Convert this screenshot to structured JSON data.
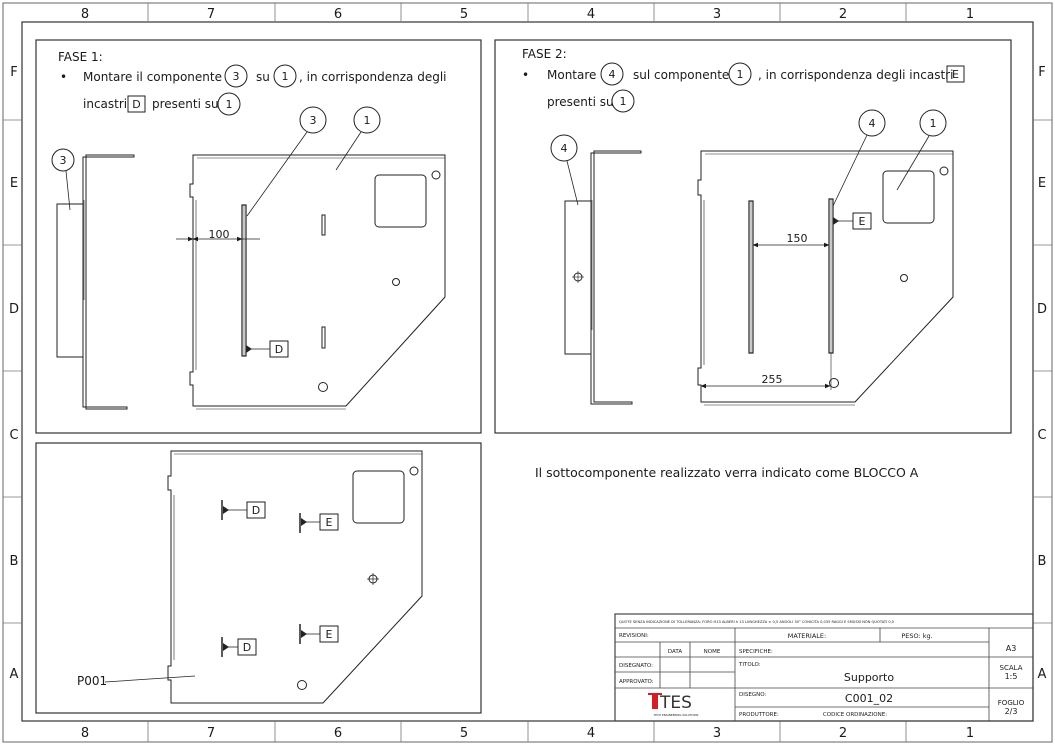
{
  "border": {
    "columns": [
      "8",
      "7",
      "6",
      "5",
      "4",
      "3",
      "2",
      "1"
    ],
    "rows": [
      "F",
      "E",
      "D",
      "C",
      "B",
      "A"
    ]
  },
  "phase1": {
    "heading": "FASE 1:",
    "bullet": "•",
    "line1_prefix": "Montare il componente",
    "line1_balloon_a": "3",
    "line1_mid": "su",
    "line1_balloon_b": "1",
    "line1_suffix": ", in corrispondenza degli",
    "line2_prefix": "incastri",
    "line2_box": "D",
    "line2_mid": "presenti su",
    "line2_balloon": "1",
    "balloon_part": "3",
    "balloon_plate_a": "3",
    "balloon_plate_b": "1",
    "dimension": "100",
    "notch_label": "D"
  },
  "phase2": {
    "heading": "FASE 2:",
    "bullet": "•",
    "line1_prefix": "Montare",
    "line1_balloon_a": "4",
    "line1_mid": "sul componente",
    "line1_balloon_b": "1",
    "line1_suffix": ", in corrispondenza degli incastri",
    "line1_box": "E",
    "line2_prefix": "presenti su",
    "line2_balloon": "1",
    "balloon_part": "4",
    "balloon_plate_a": "4",
    "balloon_plate_b": "1",
    "notch_label": "E",
    "dimension_a": "150",
    "dimension_b": "255"
  },
  "assembly": {
    "notch_labels": [
      "D",
      "E",
      "D",
      "E"
    ],
    "part_label": "P001"
  },
  "note": "Il sottocomponente realizzato verra indicato come BLOCCO A",
  "title_block": {
    "tolerance_note": "QUOTE SENZA INDICAZIONE DI TOLLERANZA: FORO H13 ALBERI h 13 LUNGHEZZA ± 0,5 ANGOLI 30° CONICITA 0,035 RAGGI E SMUSSI NON QUOTATI 0,5",
    "revisioni": "REVISIONI:",
    "materiale": "MATERIALE:",
    "peso": "PESO: kg.",
    "data": "DATA",
    "nome": "NOME",
    "specifiche": "SPECIFICHE:",
    "disegnato": "DISEGNATO:",
    "approvato": "APPROVATO:",
    "titolo_label": "TITOLO:",
    "titolo": "Supporto",
    "disegno_label": "DISEGNO:",
    "disegno": "C001_02",
    "produttore": "PRODUTTORE:",
    "codice": "CODICE ORDINAZIONE:",
    "formato": "A3",
    "scala_label": "SCALA",
    "scala": "1:5",
    "foglio_label": "FOGLIO",
    "foglio": "2/3",
    "logo_text": "TES",
    "logo_tagline": "TECH ENGINEERING SOLUTIONS",
    "logo_red": "#d21f26"
  }
}
